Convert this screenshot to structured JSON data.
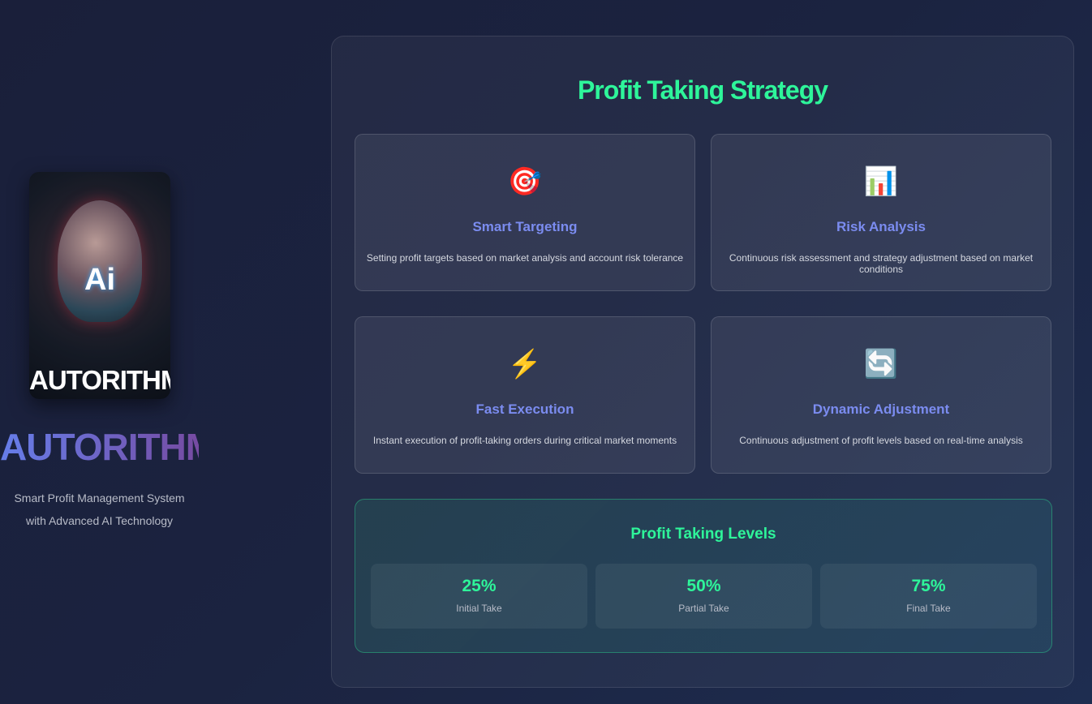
{
  "sidebar": {
    "hero_ai_label": "Ai",
    "hero_name": "AUTORITHM",
    "brand": "AUTORITHM",
    "subtitle_line1": "Smart Profit Management System",
    "subtitle_line2": "with Advanced AI Technology"
  },
  "main": {
    "title": "Profit Taking Strategy",
    "cards": [
      {
        "icon": "🎯",
        "icon_name": "target-icon",
        "title": "Smart Targeting",
        "desc": "Setting profit targets based on market analysis and account risk tolerance"
      },
      {
        "icon": "📊",
        "icon_name": "bar-chart-icon",
        "title": "Risk Analysis",
        "desc": "Continuous risk assessment and strategy adjustment based on market conditions"
      },
      {
        "icon": "⚡",
        "icon_name": "lightning-icon",
        "title": "Fast Execution",
        "desc": "Instant execution of profit-taking orders during critical market moments"
      },
      {
        "icon": "🔄",
        "icon_name": "refresh-icon",
        "title": "Dynamic Adjustment",
        "desc": "Continuous adjustment of profit levels based on real-time analysis"
      }
    ],
    "levels": {
      "title": "Profit Taking Levels",
      "items": [
        {
          "percent": "25%",
          "label": "Initial Take"
        },
        {
          "percent": "50%",
          "label": "Partial Take"
        },
        {
          "percent": "75%",
          "label": "Final Take"
        }
      ]
    }
  },
  "colors": {
    "accent_green": "#2ef59a",
    "accent_blue": "#7b8cf0",
    "brand_start": "#667eea",
    "brand_end": "#764ba2"
  }
}
